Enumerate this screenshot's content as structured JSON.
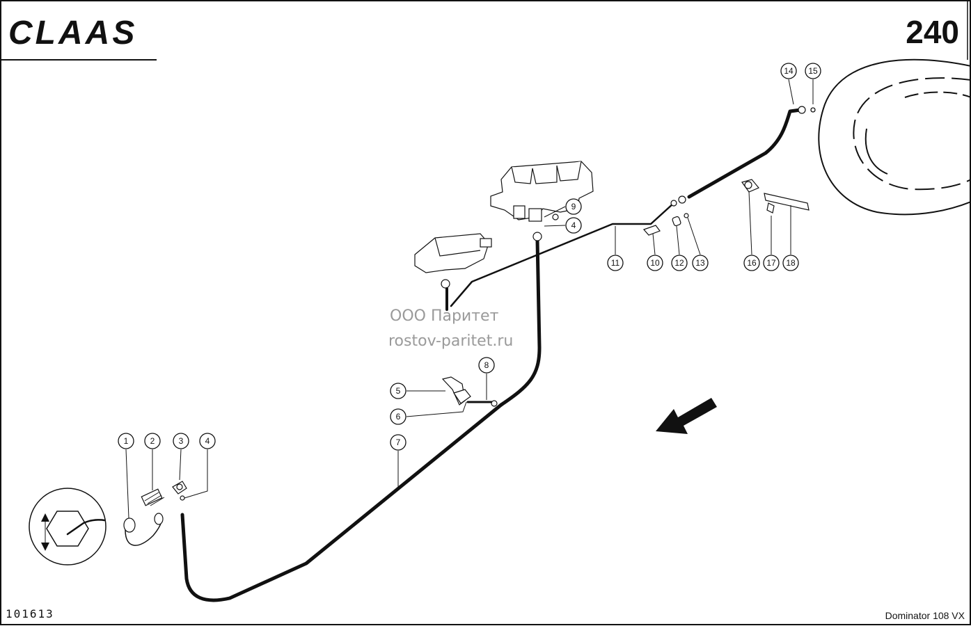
{
  "header": {
    "brand": "CLAAS",
    "page_number": "240"
  },
  "footer": {
    "drawing_id": "101613",
    "model": "Dominator 108 VX"
  },
  "watermark": {
    "line1": "ООО Паритет",
    "line2": "rostov-paritet.ru"
  },
  "callouts": [
    "1",
    "2",
    "3",
    "4",
    "5",
    "6",
    "7",
    "8",
    "9",
    "4",
    "11",
    "10",
    "12",
    "13",
    "14",
    "15",
    "16",
    "17",
    "18"
  ],
  "icons": {
    "lubrication_symbol": "grease-nipple-hexagon-icon",
    "direction_arrow": "travel-direction-arrow-icon"
  }
}
